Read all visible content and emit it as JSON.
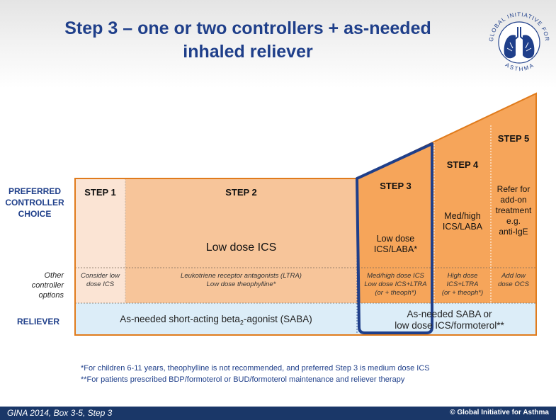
{
  "title_line1": "Step 3 – one or two controllers + as-needed",
  "title_line2": "inhaled reliever",
  "logo": {
    "text_top": "GLOBAL INITIATIVE FOR",
    "text_bottom": "ASTHMA",
    "icon": "lungs-icon"
  },
  "row_labels": {
    "preferred": [
      "PREFERRED",
      "CONTROLLER",
      "CHOICE"
    ],
    "other": [
      "Other",
      "controller",
      "options"
    ],
    "reliever": "RELIEVER"
  },
  "steps": [
    {
      "label": "STEP 1",
      "preferred": [],
      "other": [
        "Consider low",
        "dose ICS"
      ]
    },
    {
      "label": "STEP 2",
      "preferred": [
        "Low dose ICS"
      ],
      "other": [
        "Leukotriene receptor antagonists (LTRA)",
        "Low dose theophylline*"
      ]
    },
    {
      "label": "STEP 3",
      "preferred": [
        "Low dose",
        "ICS/LABA*"
      ],
      "other": [
        "Med/high dose ICS",
        "Low dose ICS+LTRA",
        "(or + theoph*)"
      ]
    },
    {
      "label": "STEP 4",
      "preferred": [
        "Med/high",
        "ICS/LABA"
      ],
      "other": [
        "High dose",
        "ICS+LTRA",
        "(or + theoph*)"
      ]
    },
    {
      "label": "STEP 5",
      "preferred": [
        "Refer for",
        "add-on",
        "treatment",
        "e.g.",
        "anti-IgE"
      ],
      "other": [
        "Add low",
        "dose OCS"
      ]
    }
  ],
  "reliever": {
    "left_text_pre": "As-needed short-acting beta",
    "left_text_sub": "2",
    "left_text_post": "-agonist (SABA)",
    "right_line1": "As-needed SABA or",
    "right_line2": "low dose ICS/formoterol**"
  },
  "footnotes": [
    "*For children 6-11 years, theophylline  is not recommended, and preferred Step 3 is medium dose ICS",
    "**For patients prescribed BDP/formoterol or BUD/formoterol maintenance and reliever therapy"
  ],
  "footer": {
    "left": "GINA 2014, Box 3-5, Step 3",
    "right": "© Global Initiative for Asthma"
  },
  "colors": {
    "title": "#1f3f8a",
    "step1": "#fbe4d4",
    "step2": "#f7c59a",
    "step3to5": "#f6a55a",
    "reliever": "#dcedf8",
    "border": "#e07b1c",
    "highlight": "#1f3f8a",
    "footer_bar": "#1a3768"
  }
}
